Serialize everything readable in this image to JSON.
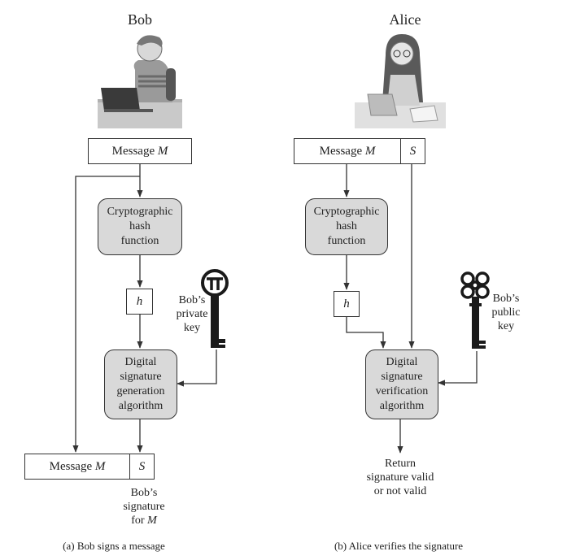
{
  "bob": {
    "name": "Bob",
    "message_label": "Message",
    "message_var": "M",
    "hash_box": [
      "Cryptographic",
      "hash",
      "function"
    ],
    "hash_var": "h",
    "key_label": [
      "Bob’s",
      "private",
      "key"
    ],
    "sign_box": [
      "Digital",
      "signature",
      "generation",
      "algorithm"
    ],
    "out_message_label": "Message",
    "out_message_var": "M",
    "sig_var": "S",
    "sig_caption": [
      "Bob’s",
      "signature",
      "for"
    ],
    "sig_caption_var": "M",
    "caption": "(a) Bob signs a message"
  },
  "alice": {
    "name": "Alice",
    "message_label": "Message",
    "message_var": "M",
    "sig_var": "S",
    "hash_box": [
      "Cryptographic",
      "hash",
      "function"
    ],
    "hash_var": "h",
    "key_label": [
      "Bob’s",
      "public",
      "key"
    ],
    "verify_box": [
      "Digital",
      "signature",
      "verification",
      "algorithm"
    ],
    "result": [
      "Return",
      "signature valid",
      "or not valid"
    ],
    "caption": "(b) Alice verifies the signature"
  }
}
